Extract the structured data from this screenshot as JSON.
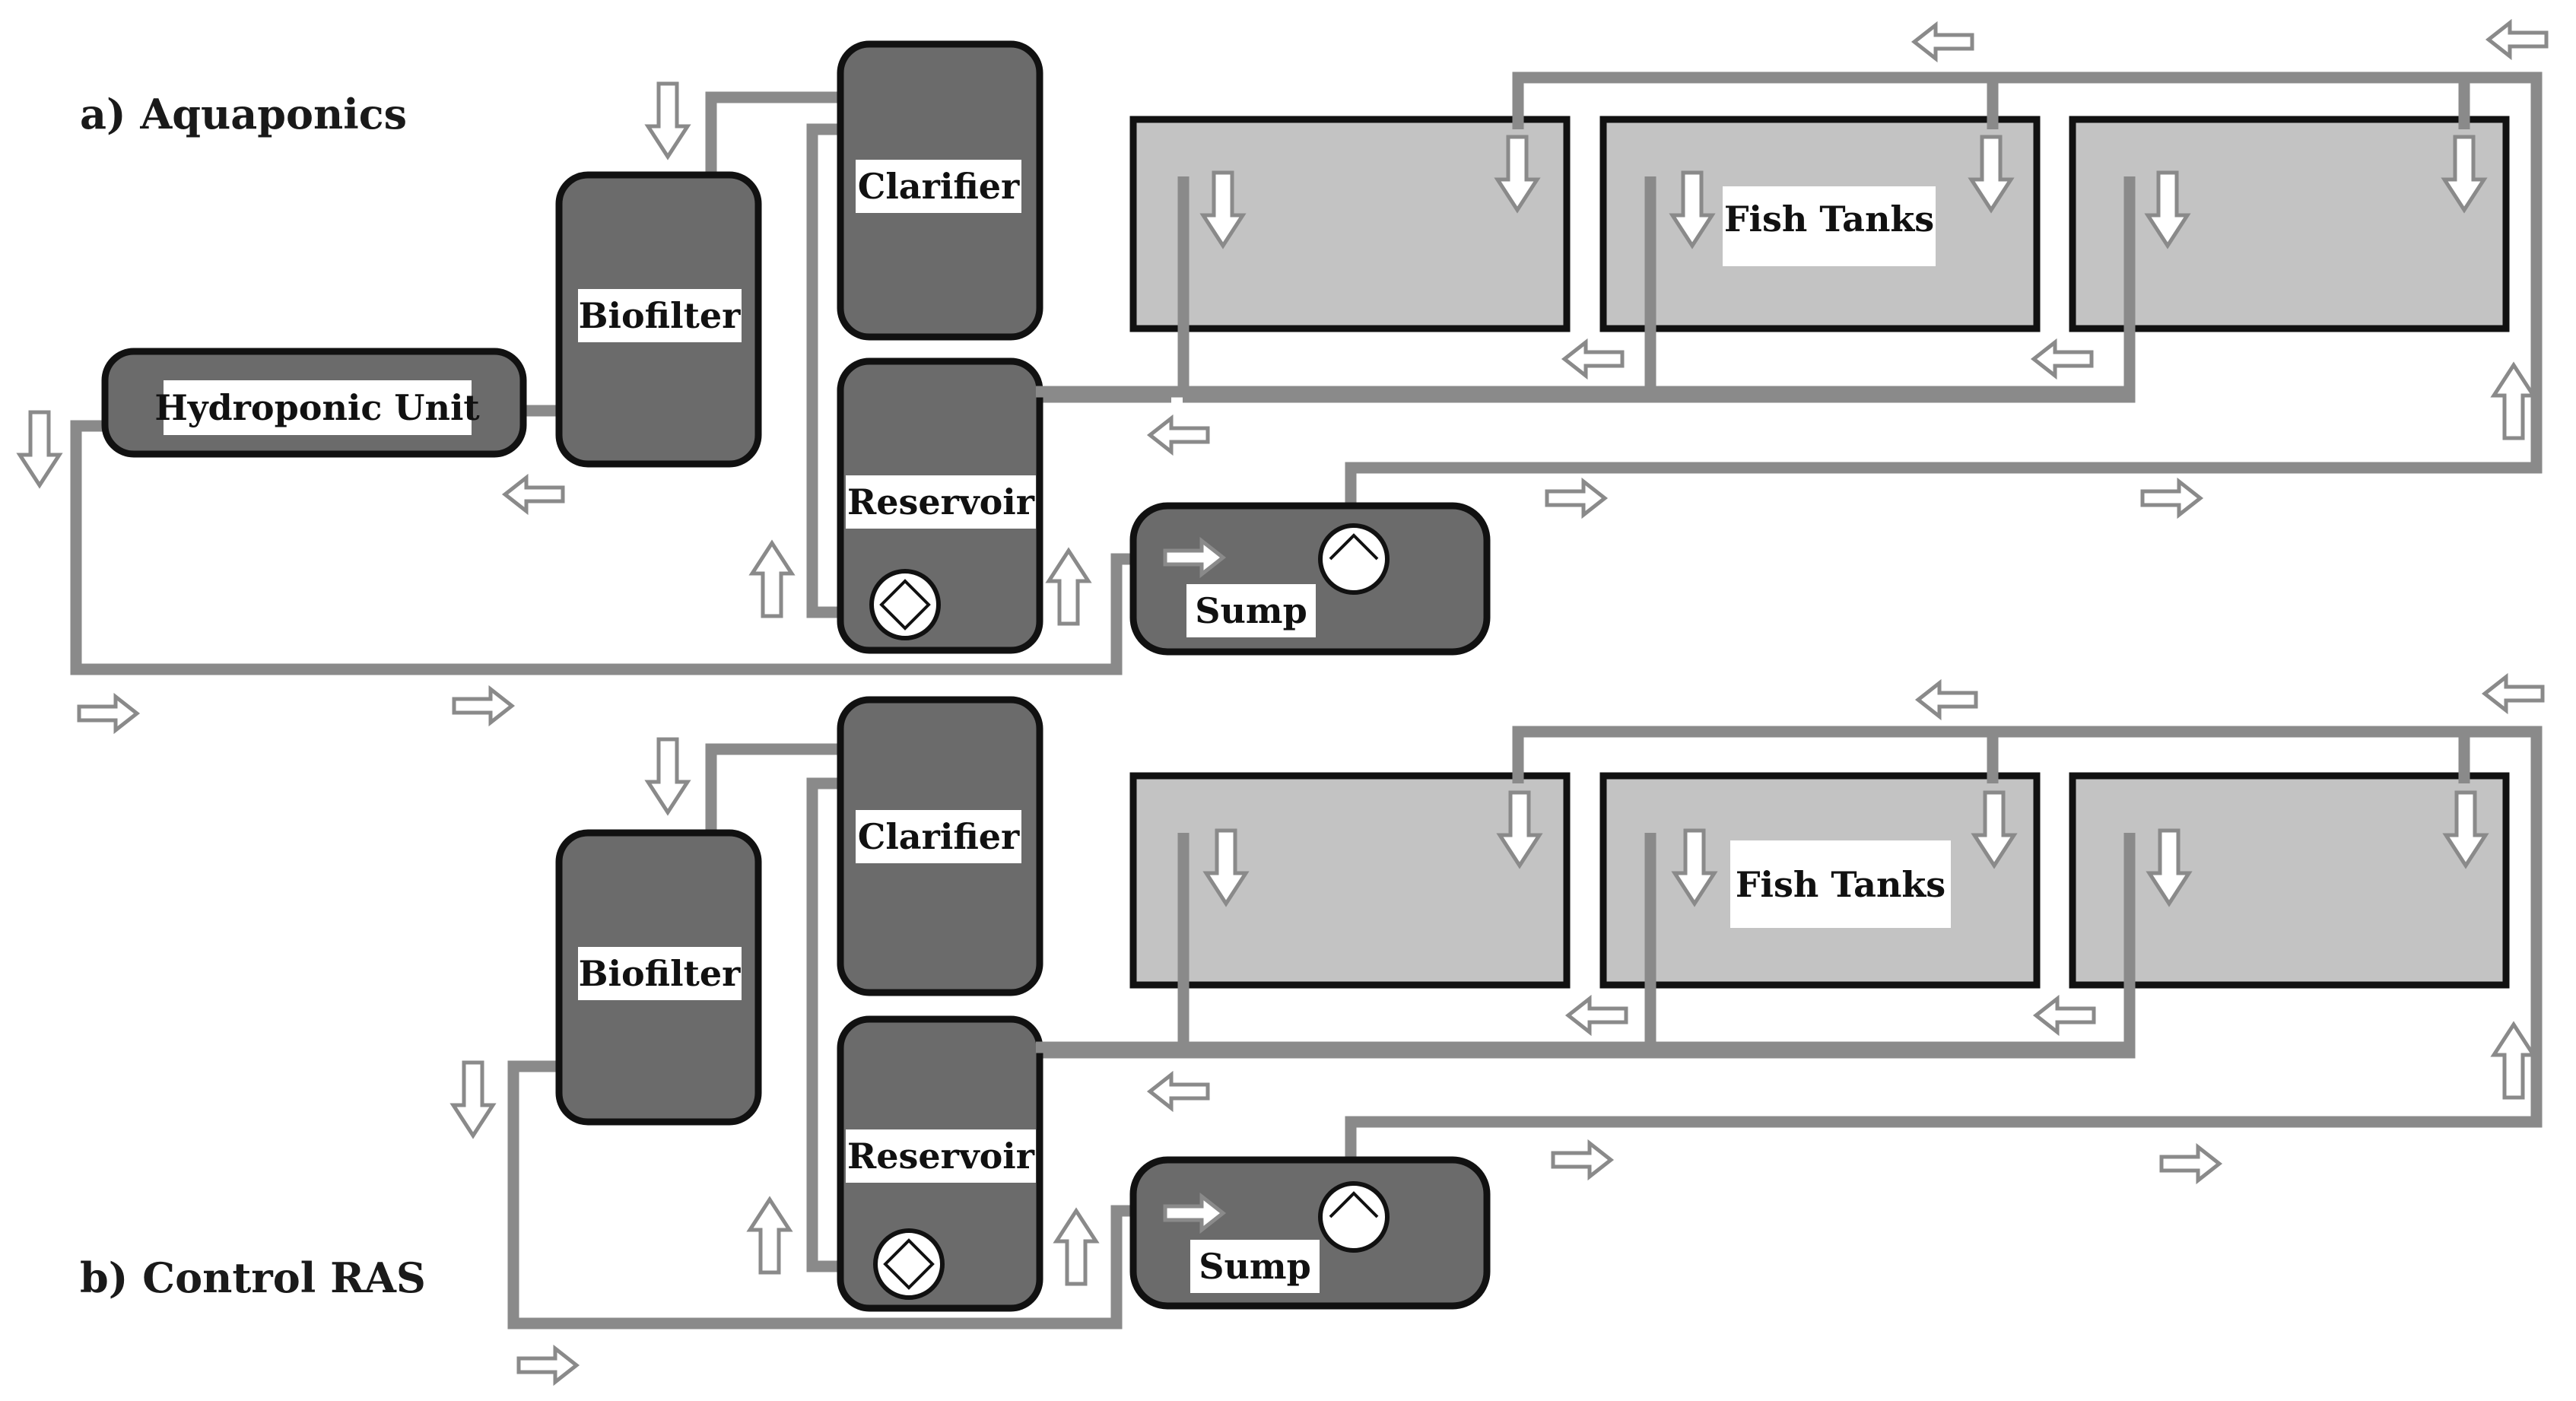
{
  "sections": [
    {
      "title": "a) Aquaponics",
      "labels": {
        "hydroponic_unit": "Hydroponic Unit",
        "biofilter": "Biofilter",
        "clarifier": "Clarifier",
        "reservoir": "Reservoir",
        "sump": "Sump",
        "fish_tanks": "Fish Tanks"
      }
    },
    {
      "title": "b) Control RAS",
      "labels": {
        "biofilter": "Biofilter",
        "clarifier": "Clarifier",
        "reservoir": "Reservoir",
        "sump": "Sump",
        "fish_tanks": "Fish Tanks"
      }
    }
  ],
  "colors": {
    "unit_fill": "#6b6b6b",
    "tank_fill": "#c3c3c3",
    "pipe": "#8a8a8a",
    "outline": "#111111"
  },
  "icons": [
    "flow-arrow-icon",
    "pump-icon"
  ]
}
